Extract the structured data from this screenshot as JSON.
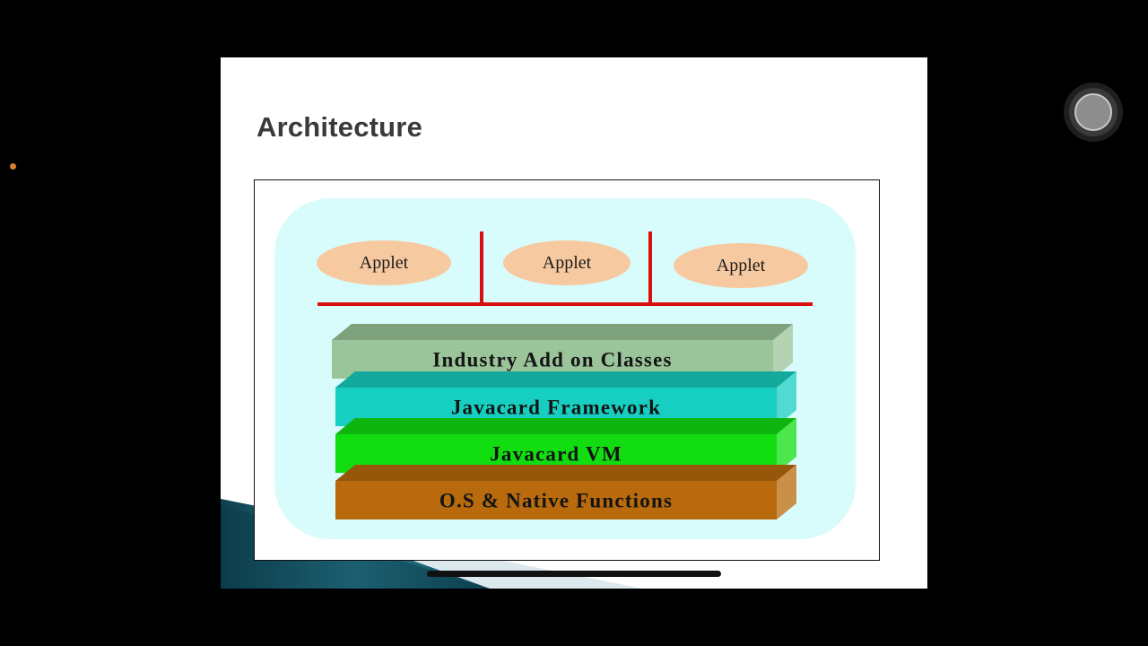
{
  "slide": {
    "title": "Architecture"
  },
  "diagram": {
    "applets": [
      "Applet",
      "Applet",
      "Applet"
    ],
    "layers": [
      {
        "label": "Industry Add on Classes",
        "color": "#9ac49a"
      },
      {
        "label": "Javacard Framework",
        "color": "#17cfc0"
      },
      {
        "label": "Javacard VM",
        "color": "#11dd11"
      },
      {
        "label": "O.S & Native Functions",
        "color": "#b86a0c"
      }
    ],
    "colors": {
      "background": "#d8fbfb",
      "applet_fill": "#f7c9a0",
      "connector": "#d90f0f"
    }
  }
}
